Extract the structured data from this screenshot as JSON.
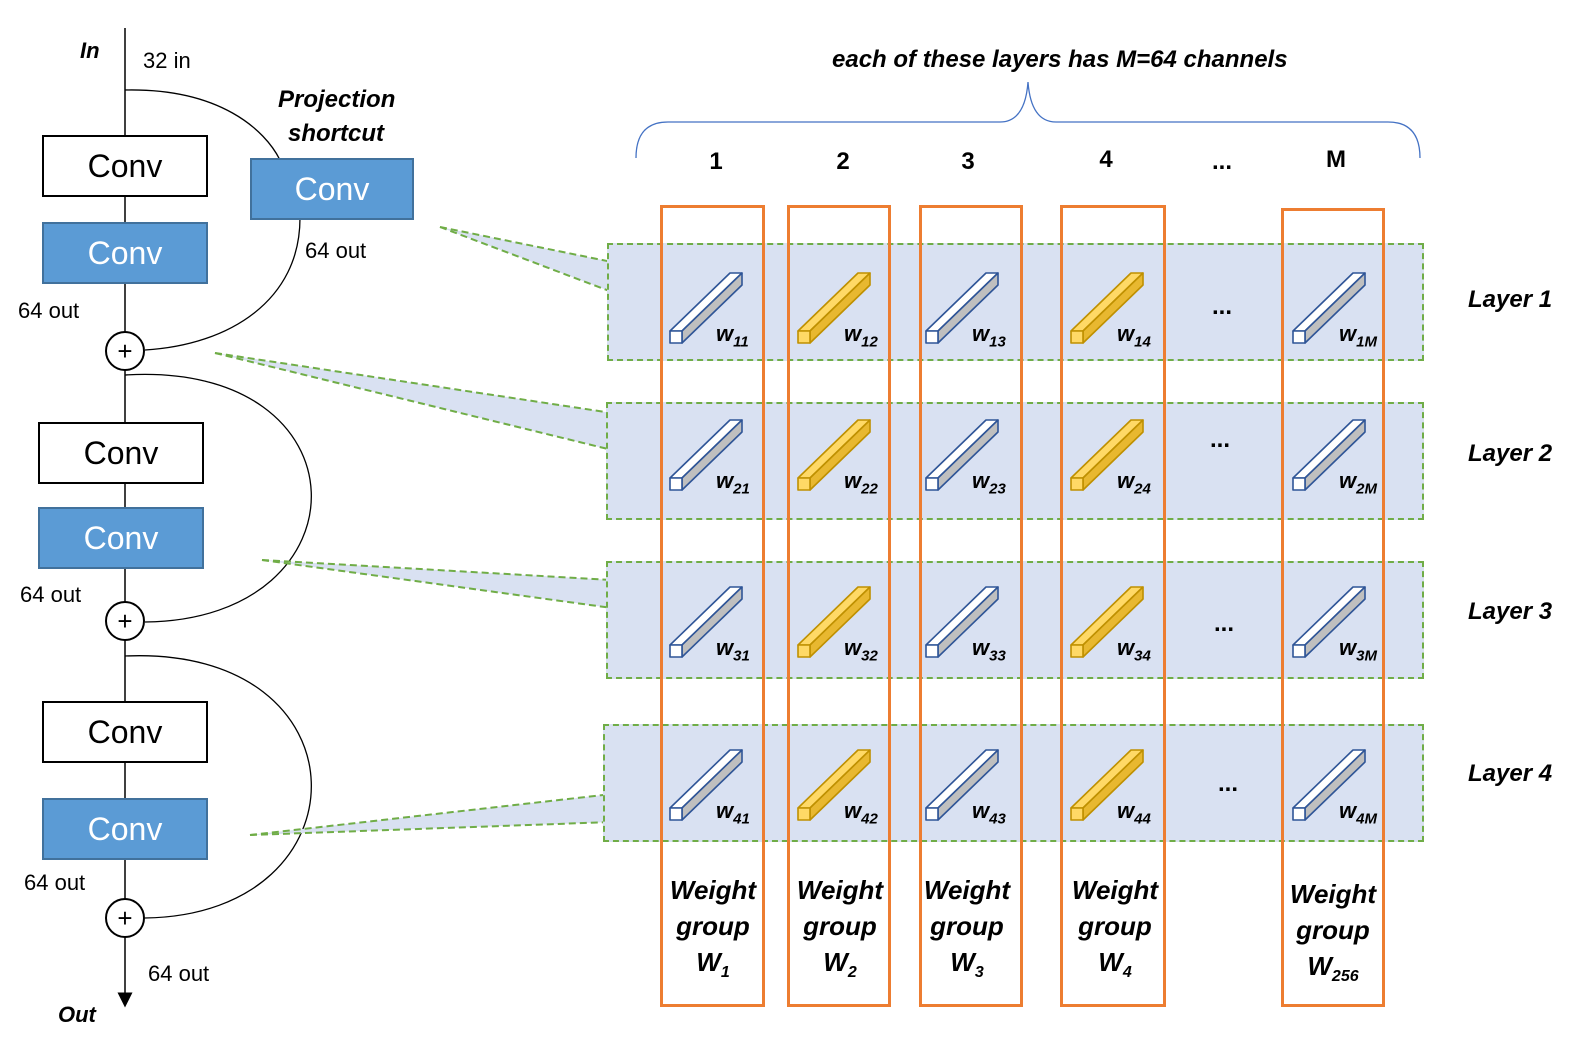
{
  "left_network": {
    "input_label": "In",
    "input_channels": "32 in",
    "projection_label_line1": "Projection",
    "projection_label_line2": "shortcut",
    "projection_conv": "Conv",
    "projection_out": "64 out",
    "blocks": [
      {
        "conv1": "Conv",
        "conv2": "Conv",
        "out": "64 out",
        "plus": "+"
      },
      {
        "conv1": "Conv",
        "conv2": "Conv",
        "out": "64 out",
        "plus": "+"
      },
      {
        "conv1": "Conv",
        "conv2": "Conv",
        "out": "64 out",
        "plus": "+"
      }
    ],
    "final_out": "64 out",
    "output_label": "Out"
  },
  "grid": {
    "top_caption": "each of these layers has M=64 channels",
    "columns": [
      "1",
      "2",
      "3",
      "4",
      "...",
      "M"
    ],
    "layers": [
      {
        "name": "Layer 1",
        "ellipsis": "...",
        "w": [
          [
            "w",
            "11"
          ],
          [
            "w",
            "12"
          ],
          [
            "w",
            "13"
          ],
          [
            "w",
            "14"
          ],
          [
            "w",
            "1M"
          ]
        ]
      },
      {
        "name": "Layer 2",
        "ellipsis": "...",
        "w": [
          [
            "w",
            "21"
          ],
          [
            "w",
            "22"
          ],
          [
            "w",
            "23"
          ],
          [
            "w",
            "24"
          ],
          [
            "w",
            "2M"
          ]
        ]
      },
      {
        "name": "Layer 3",
        "ellipsis": "...",
        "w": [
          [
            "w",
            "31"
          ],
          [
            "w",
            "32"
          ],
          [
            "w",
            "33"
          ],
          [
            "w",
            "34"
          ],
          [
            "w",
            "3M"
          ]
        ]
      },
      {
        "name": "Layer 4",
        "ellipsis": "...",
        "w": [
          [
            "w",
            "41"
          ],
          [
            "w",
            "42"
          ],
          [
            "w",
            "43"
          ],
          [
            "w",
            "44"
          ],
          [
            "w",
            "4M"
          ]
        ]
      }
    ],
    "bar_colors": [
      "white",
      "yellow",
      "white",
      "yellow",
      "white"
    ],
    "groups": [
      {
        "line1": "Weight",
        "line2": "group",
        "sym": "W",
        "sub": "1"
      },
      {
        "line1": "Weight",
        "line2": "group",
        "sym": "W",
        "sub": "2"
      },
      {
        "line1": "Weight",
        "line2": "group",
        "sym": "W",
        "sub": "3"
      },
      {
        "line1": "Weight",
        "line2": "group",
        "sym": "W",
        "sub": "4"
      },
      {
        "line1": "Weight",
        "line2": "group",
        "sym": "W",
        "sub": "256"
      }
    ]
  },
  "colors": {
    "conv_blue": "#5b9bd5",
    "panel_fill": "#d9e1f2",
    "panel_dash": "#70ad47",
    "group_border": "#ed7d31",
    "bar_white_face": "#ffffff",
    "bar_white_side": "#bfbfbf",
    "bar_white_edge": "#2f5597",
    "bar_yellow_face": "#ffd966",
    "bar_yellow_side": "#e8b830",
    "bar_yellow_edge": "#bf9000"
  }
}
